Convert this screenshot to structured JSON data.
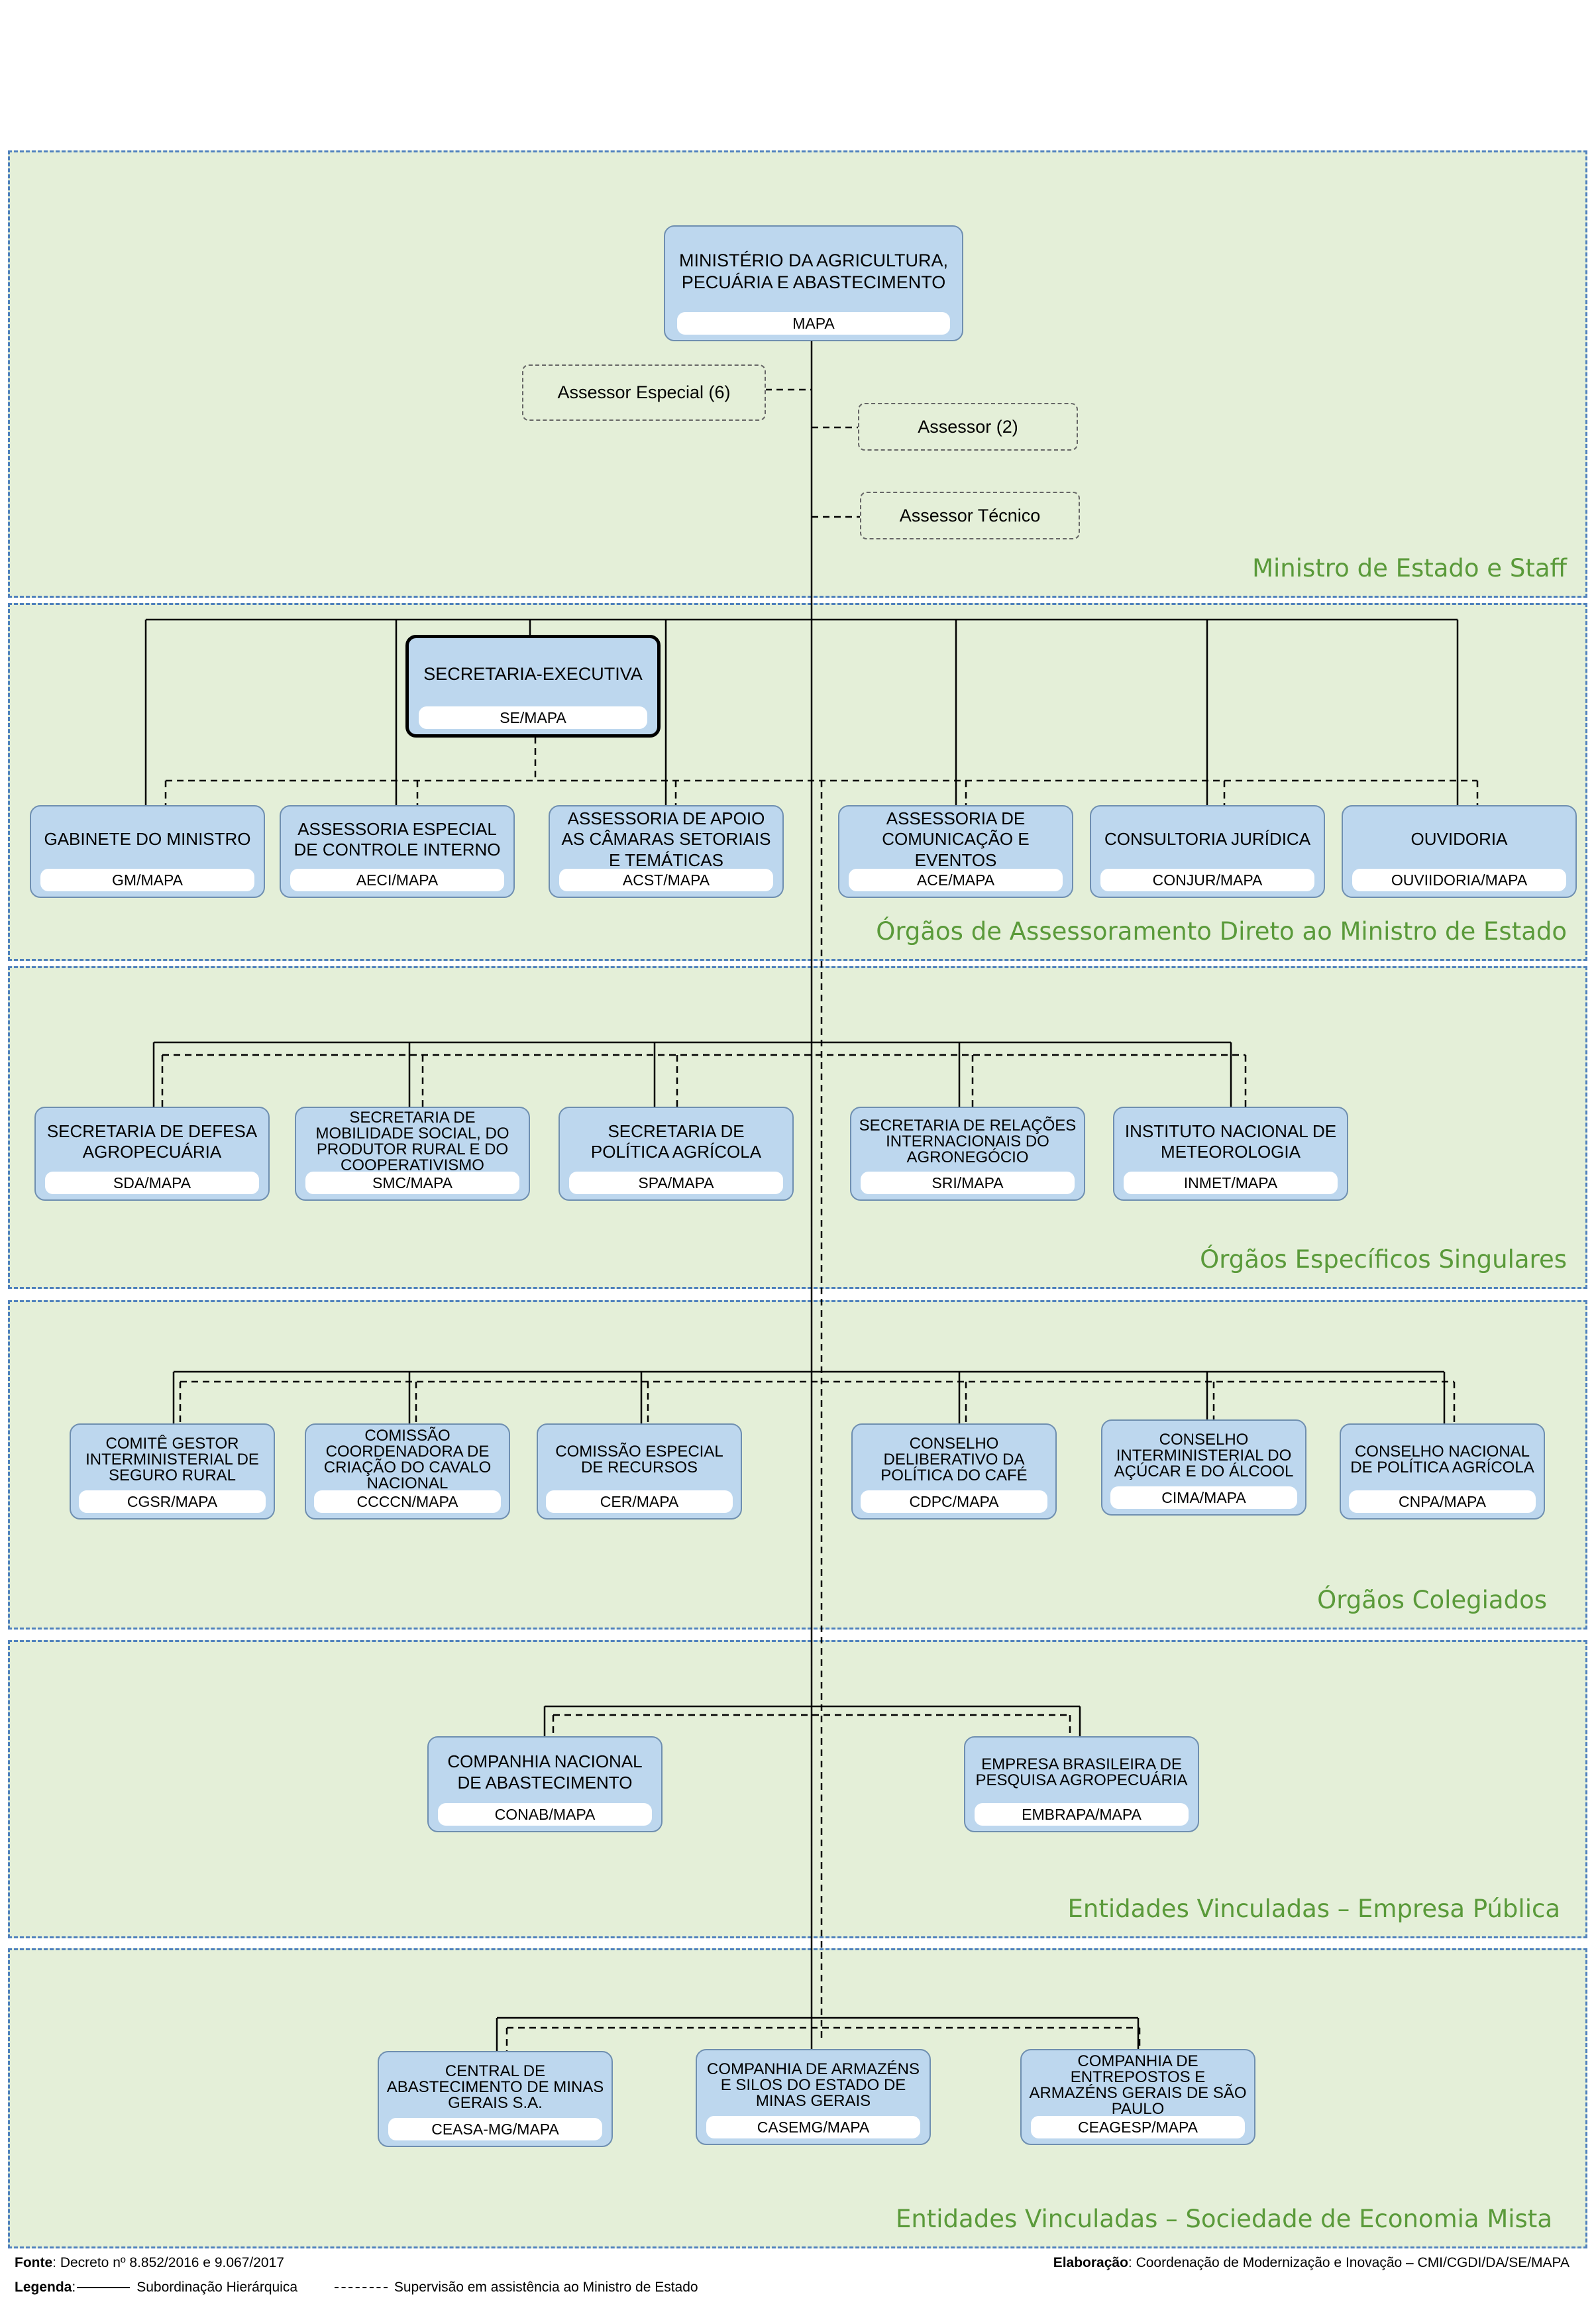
{
  "sections": {
    "minister": "Ministro de Estado e Staff",
    "advisory": "Órgãos de Assessoramento Direto ao Ministro de Estado",
    "specific": "Órgãos Específicos Singulares",
    "collegiate": "Órgãos Colegiados",
    "public_company": "Entidades Vinculadas – Empresa Pública",
    "mixed_economy": "Entidades Vinculadas – Sociedade de Economia Mista"
  },
  "root": {
    "name": "MINISTÉRIO DA AGRICULTURA, PECUÁRIA E ABASTECIMENTO",
    "abbr": "MAPA"
  },
  "staff": {
    "special": "Assessor Especial (6)",
    "advisor": "Assessor (2)",
    "technical": "Assessor Técnico"
  },
  "exec": {
    "name": "SECRETARIA-EXECUTIVA",
    "abbr": "SE/MAPA"
  },
  "advisory_units": [
    {
      "name": "GABINETE DO MINISTRO",
      "abbr": "GM/MAPA"
    },
    {
      "name": "ASSESSORIA ESPECIAL DE CONTROLE INTERNO",
      "abbr": "AECI/MAPA"
    },
    {
      "name": "ASSESSORIA DE APOIO AS CÂMARAS SETORIAIS E TEMÁTICAS",
      "abbr": "ACST/MAPA"
    },
    {
      "name": "ASSESSORIA DE COMUNICAÇÃO E EVENTOS",
      "abbr": "ACE/MAPA"
    },
    {
      "name": "CONSULTORIA JURÍDICA",
      "abbr": "CONJUR/MAPA"
    },
    {
      "name": "OUVIDORIA",
      "abbr": "OUVIIDORIA/MAPA"
    }
  ],
  "specific_units": [
    {
      "name": "SECRETARIA DE DEFESA AGROPECUÁRIA",
      "abbr": "SDA/MAPA"
    },
    {
      "name": "SECRETARIA DE MOBILIDADE SOCIAL, DO PRODUTOR RURAL E DO COOPERATIVISMO",
      "abbr": "SMC/MAPA"
    },
    {
      "name": "SECRETARIA DE POLÍTICA AGRÍCOLA",
      "abbr": "SPA/MAPA"
    },
    {
      "name": "SECRETARIA DE RELAÇÕES INTERNACIONAIS DO AGRONEGÓCIO",
      "abbr": "SRI/MAPA"
    },
    {
      "name": "INSTITUTO NACIONAL DE METEOROLOGIA",
      "abbr": "INMET/MAPA"
    }
  ],
  "collegiate_units": [
    {
      "name": "COMITÊ GESTOR INTERMINISTERIAL DE SEGURO RURAL",
      "abbr": "CGSR/MAPA"
    },
    {
      "name": "COMISSÃO COORDENADORA DE CRIAÇÃO DO CAVALO NACIONAL",
      "abbr": "CCCCN/MAPA"
    },
    {
      "name": "COMISSÃO ESPECIAL DE RECURSOS",
      "abbr": "CER/MAPA"
    },
    {
      "name": "CONSELHO DELIBERATIVO DA POLÍTICA DO CAFÉ",
      "abbr": "CDPC/MAPA"
    },
    {
      "name": "CONSELHO INTERMINISTERIAL DO AÇÚCAR E DO ÁLCOOL",
      "abbr": "CIMA/MAPA"
    },
    {
      "name": "CONSELHO NACIONAL DE POLÍTICA AGRÍCOLA",
      "abbr": "CNPA/MAPA"
    }
  ],
  "public_companies": [
    {
      "name": "COMPANHIA NACIONAL DE ABASTECIMENTO",
      "abbr": "CONAB/MAPA"
    },
    {
      "name": "EMPRESA BRASILEIRA DE PESQUISA AGROPECUÁRIA",
      "abbr": "EMBRAPA/MAPA"
    }
  ],
  "mixed_companies": [
    {
      "name": "CENTRAL DE ABASTECIMENTO DE MINAS GERAIS S.A.",
      "abbr": "CEASA-MG/MAPA"
    },
    {
      "name": "COMPANHIA DE ARMAZÉNS E SILOS DO ESTADO DE MINAS GERAIS",
      "abbr": "CASEMG/MAPA"
    },
    {
      "name": "COMPANHIA DE ENTREPOSTOS E ARMAZÉNS GERAIS DE SÃO PAULO",
      "abbr": "CEAGESP/MAPA"
    }
  ],
  "footer": {
    "source_label": "Fonte",
    "source_text": ": Decreto nº 8.852/2016 e 9.067/2017",
    "legend_label": "Legenda",
    "legend_solid": "Subordinação Hierárquica",
    "legend_dashed": "Supervisão em assistência ao Ministro de Estado",
    "credit_label": "Elaboração",
    "credit_text": ": Coordenação de Modernização e Inovação – CMI/CGDI/DA/SE/MAPA"
  },
  "colors": {
    "section_bg": "#e4efd8",
    "section_border": "#4f81bd",
    "box_fill": "#bdd7ee",
    "title_green": "#5a9a3a"
  }
}
